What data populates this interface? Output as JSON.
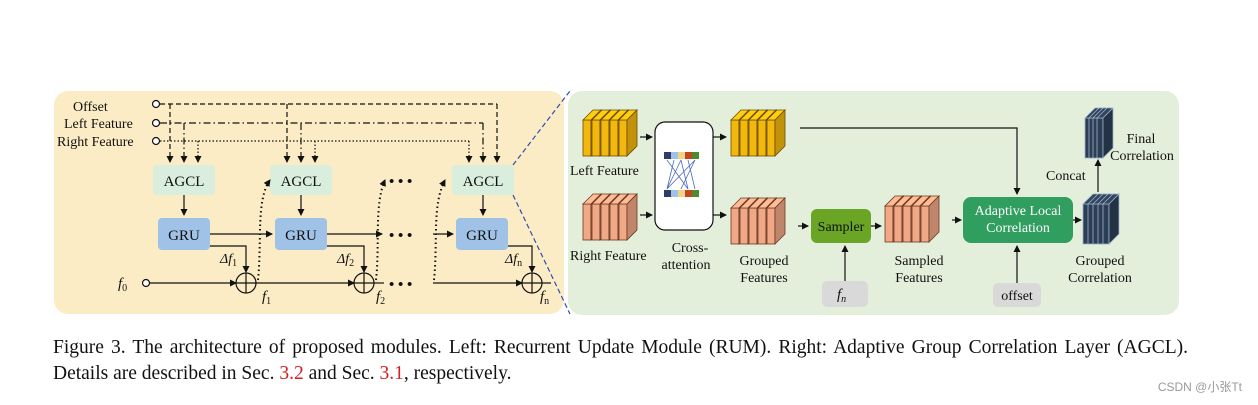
{
  "left_panel": {
    "inputs": {
      "offset": "Offset",
      "left_feature": "Left Feature",
      "right_feature": "Right Feature"
    },
    "agcl_label": "AGCL",
    "gru_label": "GRU",
    "delta_labels": [
      "Δf",
      "Δf",
      "Δf"
    ],
    "delta_subs": [
      "1",
      "2",
      "n"
    ],
    "state_labels": [
      "f",
      "f",
      "f"
    ],
    "state_subs": [
      "1",
      "2",
      "n"
    ],
    "initial_state": "f",
    "initial_sub": "0",
    "ellipsis": "• • •"
  },
  "right_panel": {
    "left_feature": "Left Feature",
    "right_feature": "Right Feature",
    "cross_attention": [
      "Cross-",
      "attention"
    ],
    "grouped_features": [
      "Grouped",
      "Features"
    ],
    "sampler": "Sampler",
    "fn_label": "f",
    "fn_sub": "n",
    "sampled_features": [
      "Sampled",
      "Features"
    ],
    "adaptive_local_correlation": [
      "Adaptive Local",
      "Correlation"
    ],
    "offset": "offset",
    "grouped_correlation": [
      "Grouped",
      "Correlation"
    ],
    "concat": "Concat",
    "final_correlation": [
      "Final",
      "Correlation"
    ]
  },
  "caption": {
    "part1": "Figure 3.  The architecture of proposed modules.  Left:  Recurrent Update Module (RUM). Right:  Adaptive Group Correlation Layer (AGCL). Details are described in Sec. ",
    "ref1": "3.2",
    "part2": " and Sec. ",
    "ref2": "3.1",
    "part3": ", respectively."
  },
  "watermark": "CSDN @小张Tt",
  "colors": {
    "left_bg": "#fcecc6",
    "right_bg": "#e4efdb",
    "agcl_box": "#daeedd",
    "gru_box": "#9fc2e6",
    "sampler_box": "#6aa526",
    "alc_box": "#2f9e5f",
    "yellow_feature": "#f2b80d",
    "salmon_feature": "#f0a886",
    "corr_feature": "#2c3e55",
    "gray_box": "#d9d9d9"
  }
}
